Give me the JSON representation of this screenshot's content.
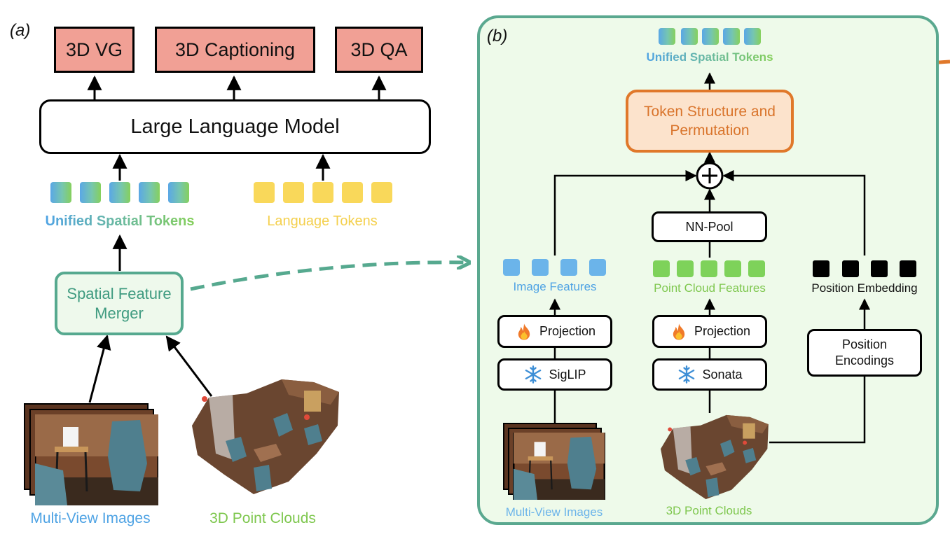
{
  "panel_a": {
    "label": "(a)",
    "tasks": [
      "3D VG",
      "3D Captioning",
      "3D QA"
    ],
    "llm_label": "Large Language Model",
    "spatial_tokens_label": "Unified Spatial Tokens",
    "language_tokens_label": "Language Tokens",
    "merger_label_line1": "Spatial Feature",
    "merger_label_line2": "Merger",
    "multiview_label": "Multi-View Images",
    "pointcloud_label": "3D Point Clouds"
  },
  "panel_b": {
    "label": "(b)",
    "spatial_tokens_label": "Unified Spatial Tokens",
    "token_structure_line1": "Token Structure and",
    "token_structure_line2": "Permutation",
    "nnpool_label": "NN-Pool",
    "image_features_label": "Image Features",
    "pc_features_label": "Point Cloud Features",
    "position_embedding_label": "Position Embedding",
    "projection_label_1": "Projection",
    "projection_label_2": "Projection",
    "siglip_label": "SigLIP",
    "sonata_label": "Sonata",
    "position_encodings_line1": "Position",
    "position_encodings_line2": "Encodings",
    "multiview_label": "Multi-View Images",
    "pointcloud_label": "3D Point Clouds"
  },
  "colors": {
    "task_fill": "#f1a095",
    "merger_border": "#56a98f",
    "token_structure_fill": "#fce3cc",
    "token_structure_border": "#e0782a",
    "image_token": "#6bb4ea",
    "pointcloud_token": "#7ed25a",
    "language_token": "#f9d85a"
  }
}
